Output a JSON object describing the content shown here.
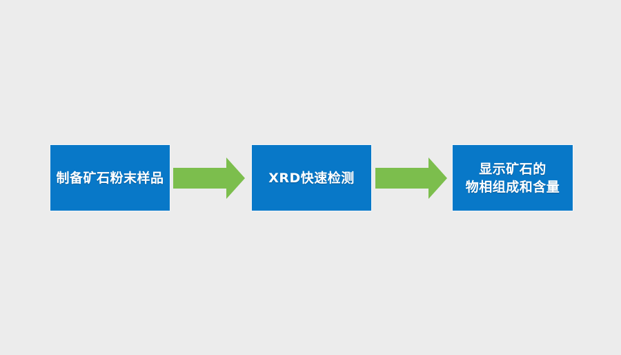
{
  "diagram": {
    "type": "horizontal-process-flow",
    "background_color": "#ececec",
    "box_color": "#0878c8",
    "box_border_color": "#f2f6f9",
    "box_text_color": "#ffffff",
    "arrow_color": "#7cbe4d",
    "steps": [
      {
        "id": "step-1",
        "label": "制备矿石粉末样品",
        "lines": 1
      },
      {
        "id": "step-2",
        "label": "XRD快速检测",
        "lines": 1
      },
      {
        "id": "step-3",
        "label": "显示矿石的\n物相组成和含量",
        "lines": 2
      }
    ],
    "connectors": [
      {
        "id": "connector-1",
        "icon": "right-block-arrow-icon",
        "from": "step-1",
        "to": "step-2"
      },
      {
        "id": "connector-2",
        "icon": "right-block-arrow-icon",
        "from": "step-2",
        "to": "step-3"
      }
    ]
  }
}
